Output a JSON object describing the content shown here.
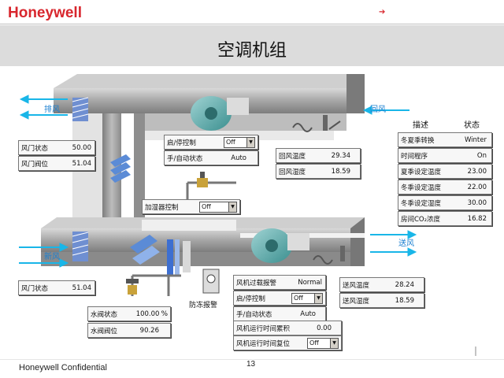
{
  "header": {
    "brand": "Honeywell",
    "arrow": "➔",
    "title": "空调机组"
  },
  "footer": {
    "confidential": "Honeywell  Confidential",
    "page_number": "13"
  },
  "flows": {
    "exhaust": "排风",
    "return": "回风",
    "fresh": "新风",
    "supply": "送风"
  },
  "left_damper": {
    "status_label": "风门状态",
    "status_value": "50.00",
    "position_label": "风门阀位",
    "position_value": "51.04"
  },
  "fresh_damper": {
    "status_label": "风门状态",
    "status_value": "51.04"
  },
  "return_fan": {
    "start_stop_label": "启/停控制",
    "start_stop_value": "Off",
    "hand_auto_label": "手/自动状态",
    "hand_auto_value": "Auto"
  },
  "return_air": {
    "temp_label": "回风温度",
    "temp_value": "29.34",
    "humidity_label": "回风湿度",
    "humidity_value": "18.59"
  },
  "humidifier": {
    "label": "加湿器控制",
    "value": "Off"
  },
  "status_table": {
    "col_desc": "描述",
    "col_status": "状态",
    "rows": [
      {
        "label": "冬夏季转换",
        "value": "Winter"
      },
      {
        "label": "时间程序",
        "value": "On"
      },
      {
        "label": "夏季设定温度",
        "value": "23.00"
      },
      {
        "label": "冬季设定温度",
        "value": "22.00"
      },
      {
        "label": "冬季设定湿度",
        "value": "30.00"
      },
      {
        "label": "房间CO₂浓度",
        "value": "16.82"
      }
    ]
  },
  "supply_air": {
    "temp_label": "送风温度",
    "temp_value": "28.24",
    "humidity_label": "送风湿度",
    "humidity_value": "18.59"
  },
  "supply_fan": {
    "overload_label": "风机过载报警",
    "overload_value": "Normal",
    "start_stop_label": "启/停控制",
    "start_stop_value": "Off",
    "hand_auto_label": "手/自动状态",
    "hand_auto_value": "Auto",
    "runtime_label": "风机运行时间累积",
    "runtime_value": "0.00",
    "reset_label": "风机运行时间复位",
    "reset_value": "Off"
  },
  "water_valve": {
    "status_label": "水阀状态",
    "status_value": "100.00",
    "percent": "%",
    "position_label": "水阀阀位",
    "position_value": "90.26"
  },
  "freeze_alarm": "防冻报警",
  "colors": {
    "brand_red": "#d8262d",
    "flow_arrow": "#19b6e8",
    "fan_teal": "#4fa3a3",
    "duct_gray": "#a9a9a9"
  }
}
